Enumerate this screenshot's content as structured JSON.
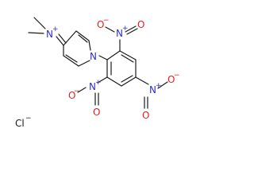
{
  "molecule": {
    "atoms": {
      "dimethylammonium_n": "N",
      "dimethylammonium_charge": "+",
      "pyridinium_n": "N",
      "nitro_top": {
        "n": "N",
        "n_charge": "+",
        "o_dbl": "O",
        "o_sgl": "O",
        "o_sgl_charge": "−"
      },
      "nitro_left": {
        "n": "N",
        "n_charge": "+",
        "o_dbl": "O",
        "o_sgl": "O",
        "o_sgl_charge": "−"
      },
      "nitro_right": {
        "n": "N",
        "n_charge": "+",
        "o_dbl": "O",
        "o_sgl": "O",
        "o_sgl_charge": "−"
      }
    },
    "counterion": {
      "element": "Cl",
      "charge": "−"
    }
  },
  "colors": {
    "bond": "#1a1a1a",
    "nitrogen": "#2f2fd0",
    "oxygen": "#e02020",
    "chlorine": "#1a1a1a"
  }
}
